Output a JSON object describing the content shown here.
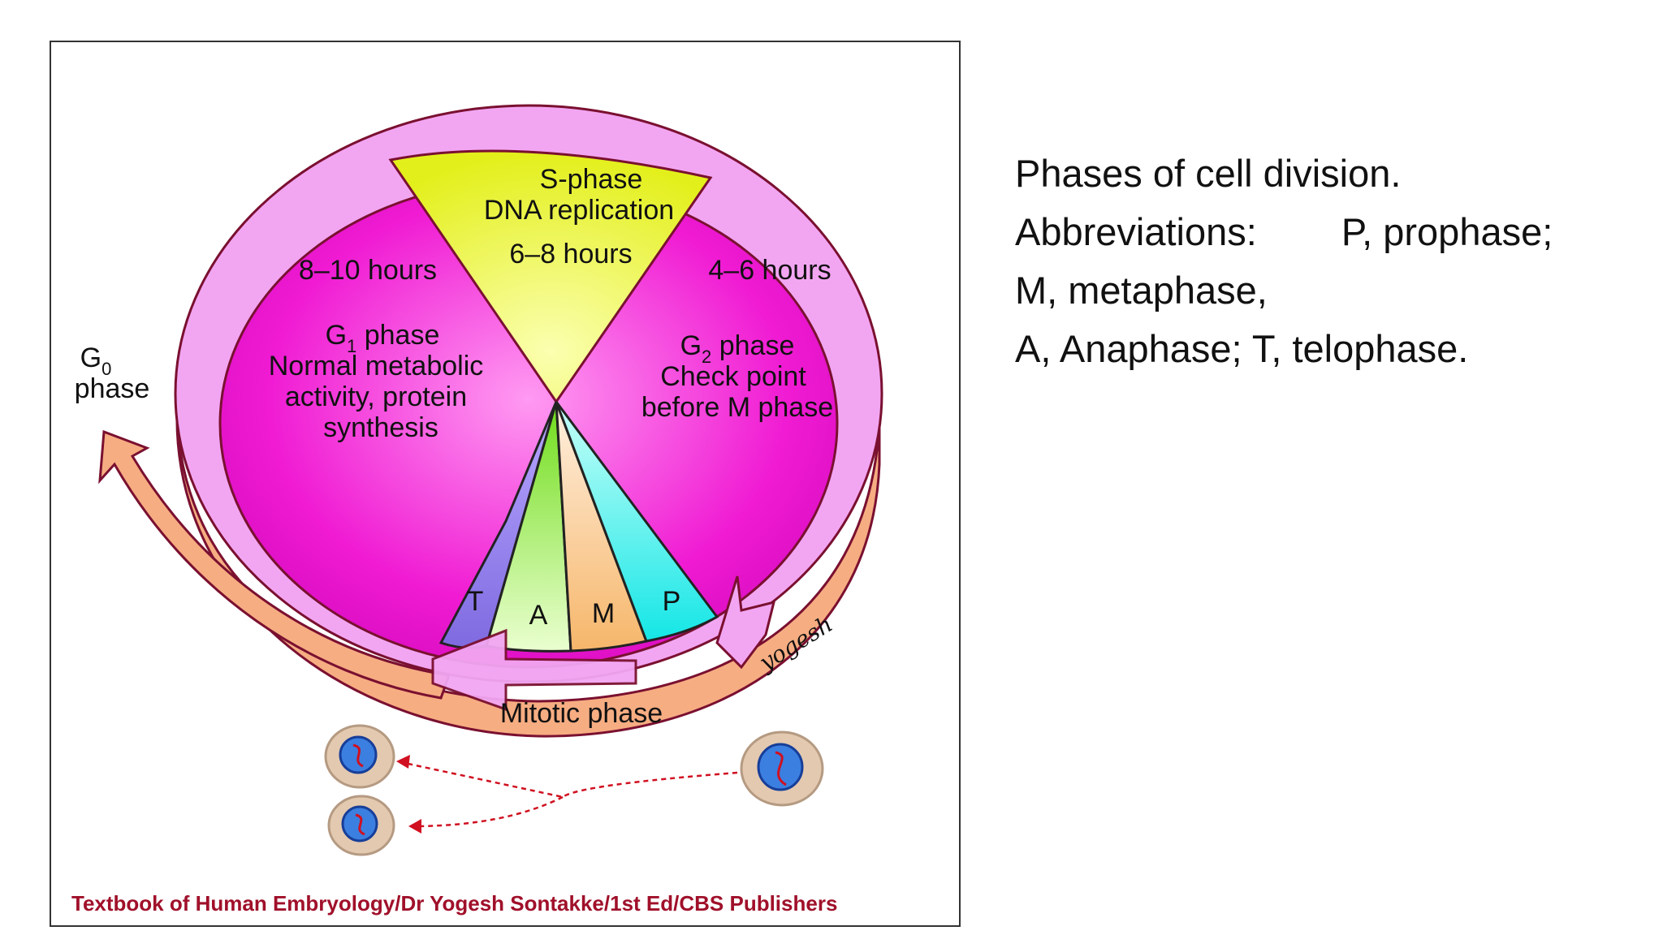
{
  "diagram": {
    "s_phase": {
      "title": "S-phase",
      "subtitle": "DNA replication",
      "duration": "6–8 hours"
    },
    "g1_phase": {
      "duration": "8–10 hours",
      "title_main": "G",
      "title_sub": "1",
      "title_rest": " phase",
      "line1": "Normal metabolic",
      "line2": "activity, protein",
      "line3": "synthesis"
    },
    "g2_phase": {
      "duration": "4–6 hours",
      "title_main": "G",
      "title_sub": "2",
      "title_rest": " phase",
      "line1": "Check point",
      "line2": "before M phase"
    },
    "g0_phase": {
      "title_main": "G",
      "title_sub": "0",
      "line2": "phase"
    },
    "mitotic": {
      "label": "Mitotic phase",
      "t": "T",
      "a": "A",
      "m": "M",
      "p": "P"
    },
    "signature": "yogesh",
    "credit": "Textbook of Human Embryology/Dr Yogesh Sontakke/1st Ed/CBS Publishers"
  },
  "caption": {
    "line1": "Phases of cell division.",
    "line2a": "Abbreviations:",
    "line2b": "P, prophase;",
    "line3": "M, metaphase,",
    "line4": "A, Anaphase; T, telophase."
  },
  "colors": {
    "ring_outer": "#f2a6f2",
    "ring_base": "#f6ad82",
    "g_phase": "#f01bd3",
    "s_phase": "#ecf52a",
    "telophase": "#8f7ae8",
    "anaphase": "#8fe82a",
    "metaphase": "#f7c27a",
    "prophase": "#2de6e0",
    "outline": "#7a1030",
    "credit": "#a0102a"
  }
}
